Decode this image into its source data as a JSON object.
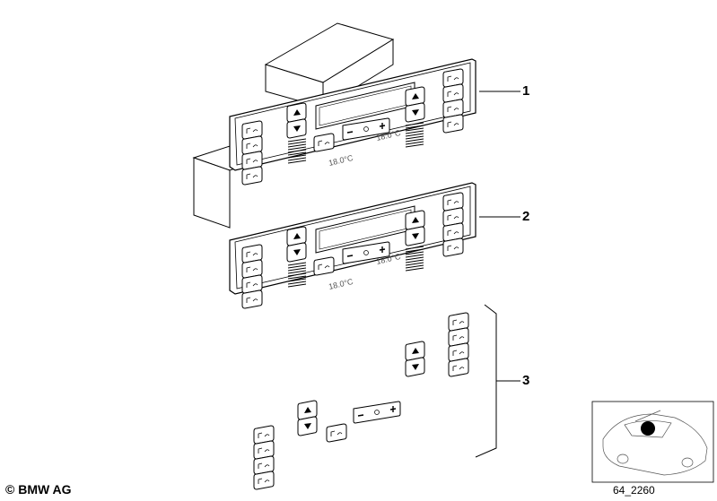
{
  "callouts": [
    "1",
    "2",
    "3"
  ],
  "copyright": "© BMW AG",
  "reference_code": "64_2260",
  "panel": {
    "left_display": "18.0°C",
    "right_display": "18.0°C",
    "minus_sign": "−",
    "plus_sign": "+"
  },
  "colors": {
    "line": "#000000",
    "background": "#ffffff",
    "marker": "#000000"
  }
}
